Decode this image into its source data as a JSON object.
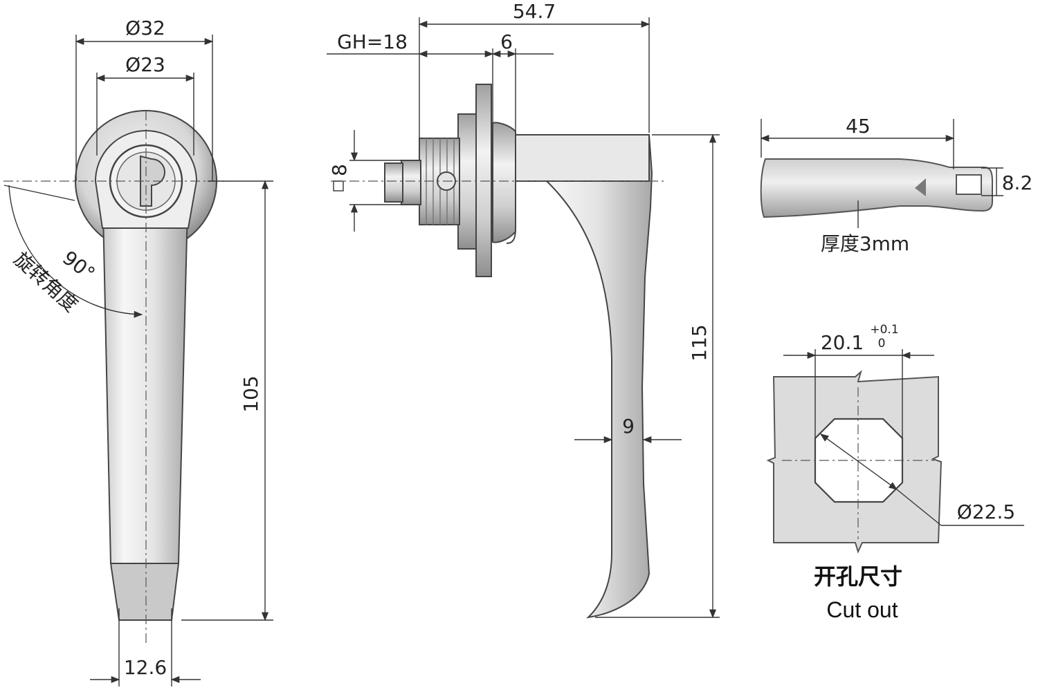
{
  "front_view": {
    "dia_outer": "Ø32",
    "dia_inner": "Ø23",
    "rotation_angle": "90°",
    "rotation_label": "旋转角度",
    "height": "105",
    "bottom_width": "12.6"
  },
  "side_view": {
    "overall_length": "54.7",
    "grip": "GH=18",
    "flange": "6",
    "square_drive": "8",
    "height": "115",
    "handle_thickness": "9"
  },
  "cam": {
    "length": "45",
    "square_hole": "8.2",
    "thickness_label": "厚度3mm"
  },
  "cutout": {
    "width": "20.1",
    "tol_upper": "+0.1",
    "tol_lower": "0",
    "diameter": "Ø22.5",
    "title_cn": "开孔尺寸",
    "title_en": "Cut out"
  },
  "colors": {
    "metal_light": "#f4f4f4",
    "metal_mid": "#d9d9d9",
    "metal_dark": "#9a9a9a",
    "line": "#333333",
    "panel": "#dcdcdc"
  }
}
